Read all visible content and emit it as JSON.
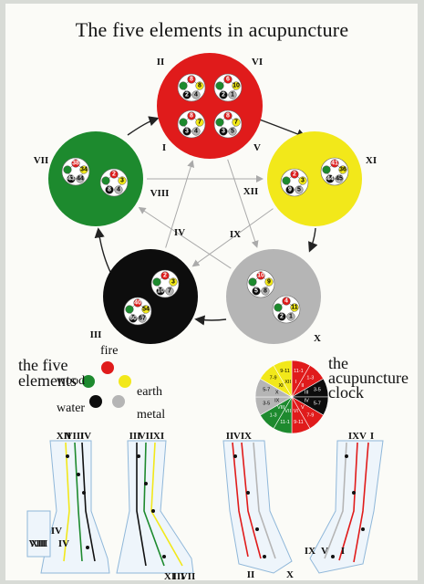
{
  "title": "The five elements in acupuncture",
  "colors": {
    "fire": "#e01b1b",
    "earth": "#f2e81a",
    "metal": "#b5b5b5",
    "water": "#0d0d0d",
    "wood": "#1d8a2e"
  },
  "elements_circles": [
    {
      "element": "fire",
      "romans": [
        "II",
        "VI",
        "I",
        "V"
      ],
      "groups": [
        {
          "top": "8",
          "right": "8",
          "bl": "2",
          "br": "4"
        },
        {
          "top": "6",
          "right": "10",
          "bl": "2",
          "br": "1"
        },
        {
          "top": "8",
          "right": "7",
          "bl": "3",
          "br": "4"
        },
        {
          "top": "8",
          "right": "7",
          "bl": "3",
          "br": "5"
        }
      ]
    },
    {
      "element": "earth",
      "romans": [
        "XII",
        "XI"
      ],
      "groups": [
        {
          "top": "2",
          "right": "3",
          "bl": "9",
          "br": "5"
        },
        {
          "top": "41",
          "right": "36",
          "bl": "44",
          "br": "45"
        }
      ]
    },
    {
      "element": "metal",
      "romans": [
        "IX",
        "X"
      ],
      "groups": [
        {
          "top": "10",
          "right": "9",
          "bl": "5",
          "br": "8"
        },
        {
          "top": "4",
          "right": "11",
          "bl": "2",
          "br": "1"
        }
      ]
    },
    {
      "element": "water",
      "romans": [
        "IV",
        "III"
      ],
      "groups": [
        {
          "top": "2",
          "right": "3",
          "bl": "10",
          "br": "7"
        },
        {
          "top": "40",
          "right": "54",
          "bl": "60",
          "br": "67"
        }
      ]
    },
    {
      "element": "wood",
      "romans": [
        "VII",
        "VIII"
      ],
      "groups": [
        {
          "top": "38",
          "right": "34",
          "bl": "43",
          "br": "44"
        },
        {
          "top": "2",
          "right": "3",
          "bl": "8",
          "br": "4"
        }
      ]
    }
  ],
  "legend": {
    "heading_line1": "the five",
    "heading_line2": "elements",
    "fire": "fire",
    "earth": "earth",
    "metal": "metal",
    "water": "water",
    "wood": "wood"
  },
  "clock": {
    "label_line1": "the",
    "label_line2": "acupuncture",
    "label_line3": "clock",
    "sectors": [
      {
        "time": "11-1",
        "roman": "I",
        "color": "#e01b1b"
      },
      {
        "time": "1-3",
        "roman": "II",
        "color": "#e01b1b"
      },
      {
        "time": "3-5",
        "roman": "III",
        "color": "#0d0d0d"
      },
      {
        "time": "5-7",
        "roman": "IV",
        "color": "#0d0d0d"
      },
      {
        "time": "7-9",
        "roman": "V",
        "color": "#e01b1b"
      },
      {
        "time": "9-11",
        "roman": "VI",
        "color": "#e01b1b"
      },
      {
        "time": "11-1",
        "roman": "VII",
        "color": "#1d8a2e"
      },
      {
        "time": "1-3",
        "roman": "VIII",
        "color": "#1d8a2e"
      },
      {
        "time": "3-5",
        "roman": "IX",
        "color": "#b5b5b5"
      },
      {
        "time": "5-7",
        "roman": "X",
        "color": "#b5b5b5"
      },
      {
        "time": "7-9",
        "roman": "XI",
        "color": "#f2e81a"
      },
      {
        "time": "9-11",
        "roman": "XII",
        "color": "#f2e81a"
      }
    ]
  },
  "meridian_labels": {
    "leg_front_top": [
      "XII",
      "VIII",
      "IV"
    ],
    "leg_side_top": [
      "III",
      "VII",
      "XI"
    ],
    "arm_a_top": [
      "II",
      "VI",
      "X"
    ],
    "arm_b_top": [
      "IX",
      "V",
      "I"
    ],
    "foot_bottom": [
      "VIII",
      "XII",
      "IV"
    ],
    "foot2_bottom": [
      "XI",
      "III",
      "VII"
    ],
    "hand_bottom": [
      "II",
      "X"
    ],
    "hand2_bottom": [
      "IX",
      "V",
      "I"
    ],
    "side_iv": "IV"
  }
}
